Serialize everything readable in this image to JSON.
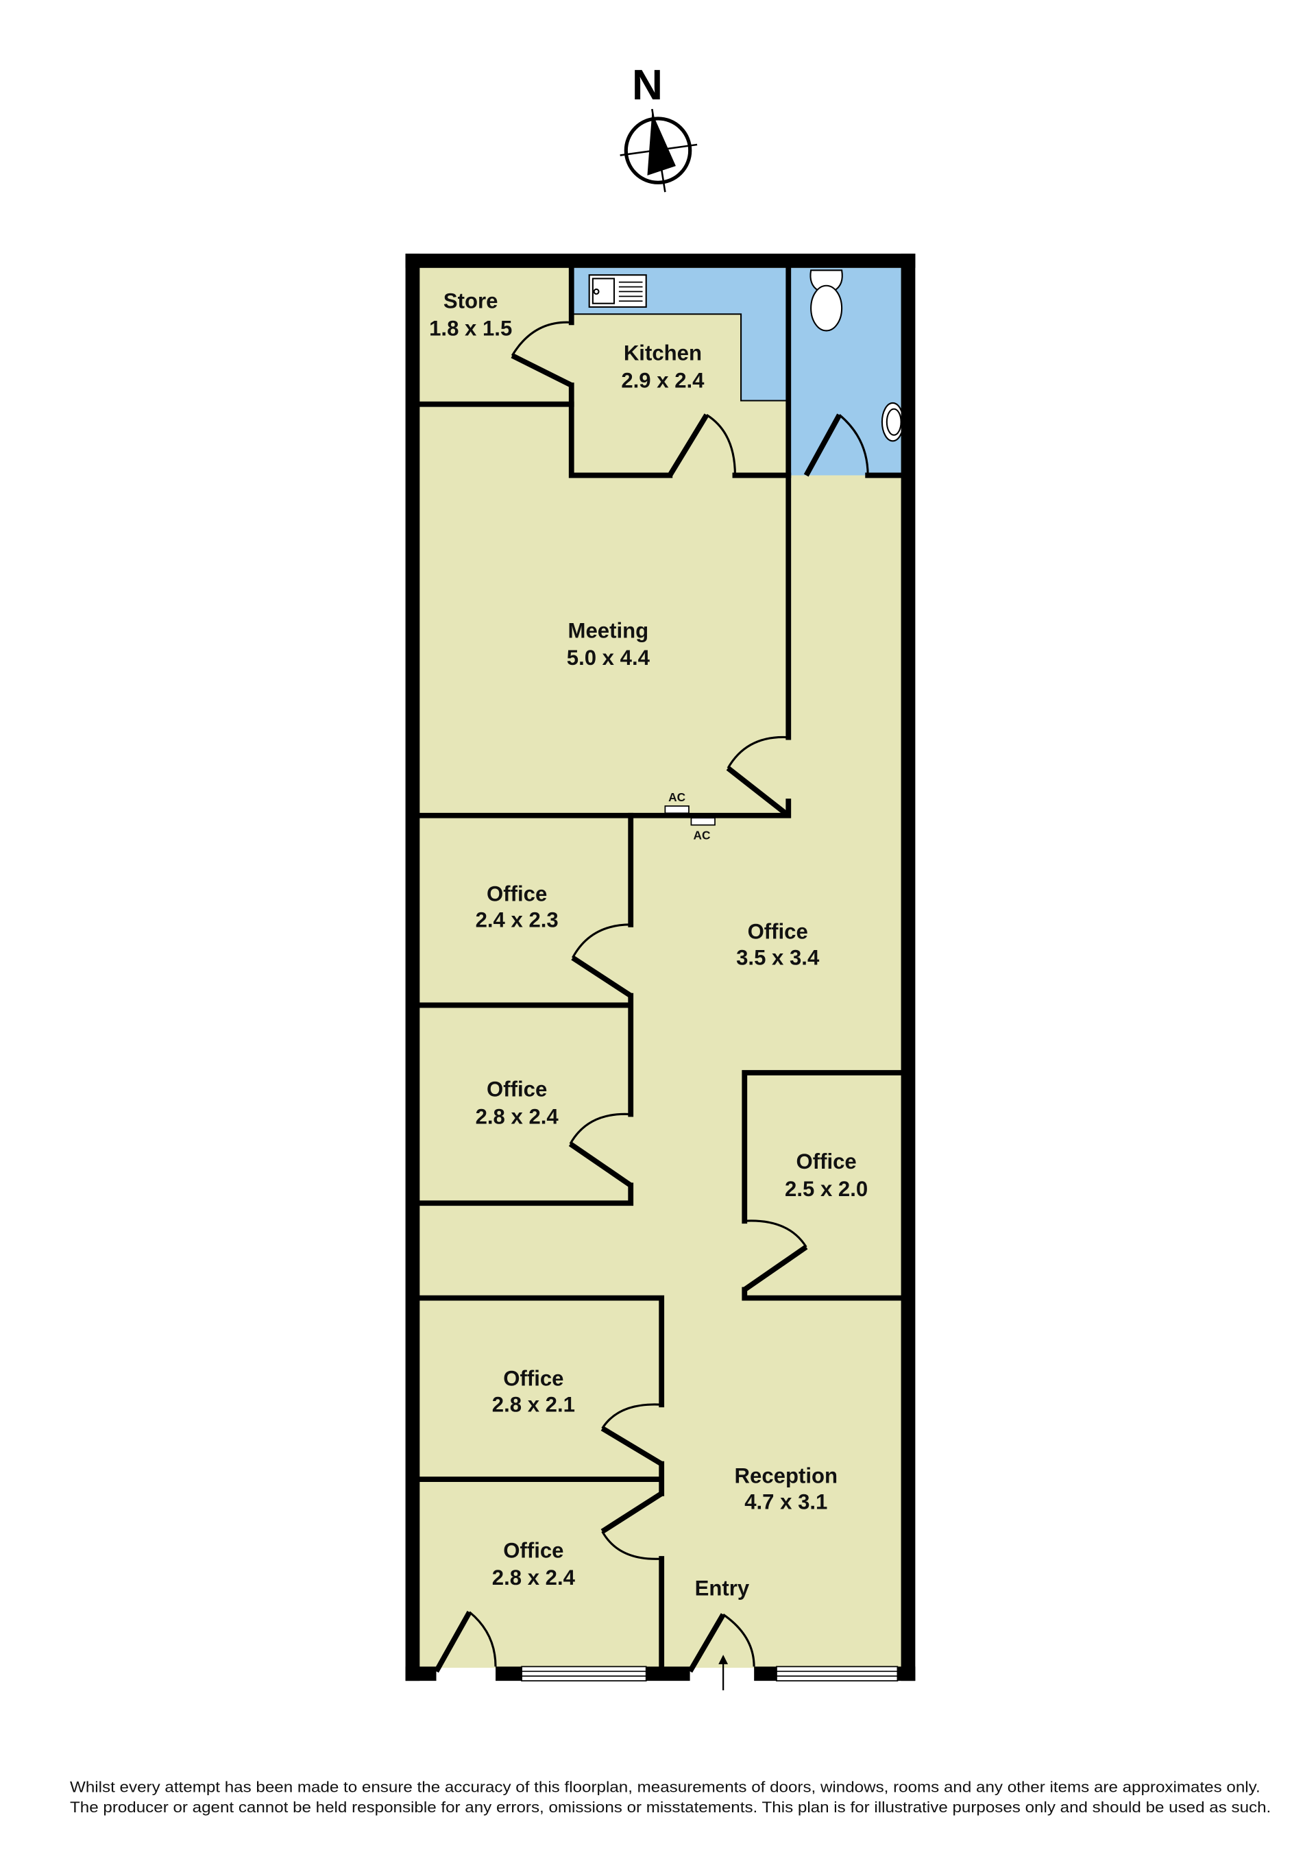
{
  "compass": {
    "label": "N"
  },
  "rooms": {
    "store": {
      "name": "Store",
      "size": "1.8 x 1.5"
    },
    "kitchen": {
      "name": "Kitchen",
      "size": "2.9 x 2.4"
    },
    "meeting": {
      "name": "Meeting",
      "size": "5.0 x 4.4"
    },
    "office_a": {
      "name": "Office",
      "size": "2.4 x 2.3"
    },
    "office_main": {
      "name": "Office",
      "size": "3.5 x 3.4"
    },
    "office_b": {
      "name": "Office",
      "size": "2.8 x 2.4"
    },
    "office_c": {
      "name": "Office",
      "size": "2.5 x 2.0"
    },
    "office_d": {
      "name": "Office",
      "size": "2.8 x 2.1"
    },
    "reception": {
      "name": "Reception",
      "size": "4.7 x 3.1"
    },
    "office_e": {
      "name": "Office",
      "size": "2.8 x 2.4"
    }
  },
  "entry_label": "Entry",
  "ac_labels": [
    "AC",
    "AC"
  ],
  "colors": {
    "room": "#e6e6b8",
    "wet": "#9ccaec",
    "wall": "#000000"
  },
  "disclaimer": [
    "Whilst every attempt has been made to ensure the accuracy of this floorplan, measurements of doors, windows, rooms and any other items are approximates only.",
    "The producer or agent cannot be held responsible for any errors, omissions or misstatements. This plan is for illustrative purposes only and should be used as such."
  ]
}
